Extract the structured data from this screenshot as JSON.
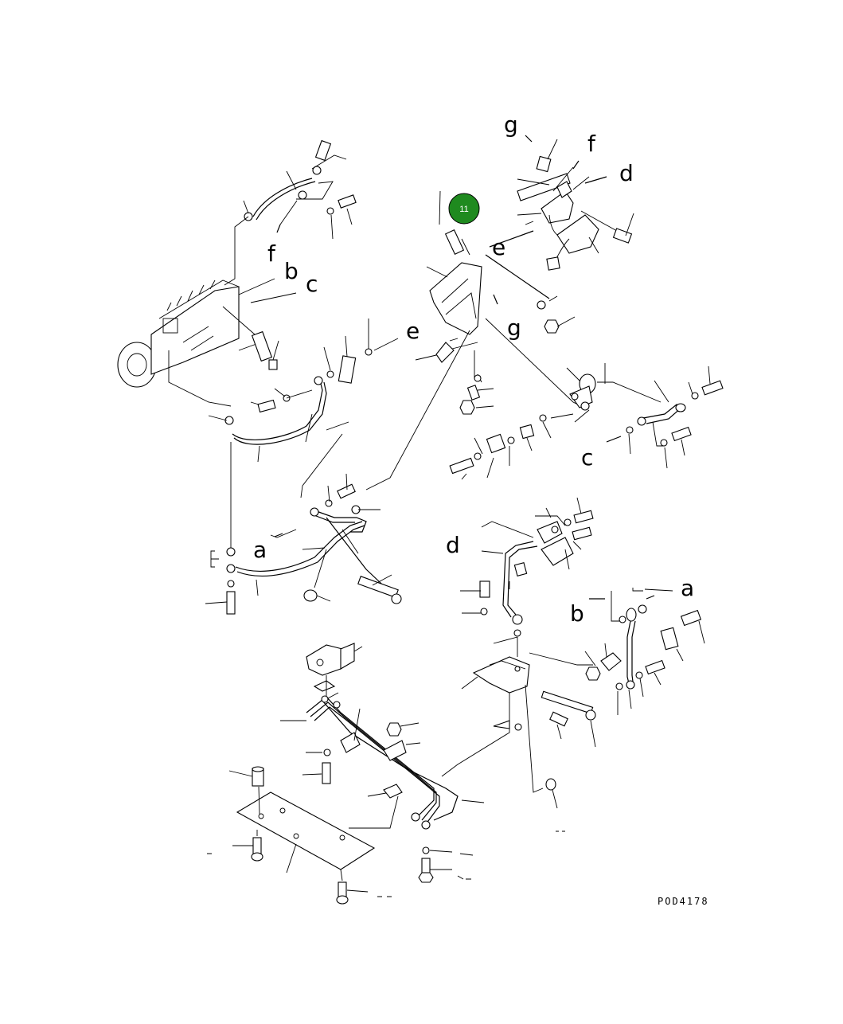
{
  "diagram": {
    "callout": {
      "number": "11",
      "color": "#1f8a1f"
    },
    "part_code": "POD4178",
    "letters": {
      "g1": "g",
      "f1": "f",
      "d1": "d",
      "e1": "e",
      "f2": "f",
      "b1": "b",
      "c1": "c",
      "e2": "e",
      "g2": "g",
      "c2": "c",
      "a1": "a",
      "d2": "d",
      "b2": "b",
      "a2": "a"
    }
  }
}
